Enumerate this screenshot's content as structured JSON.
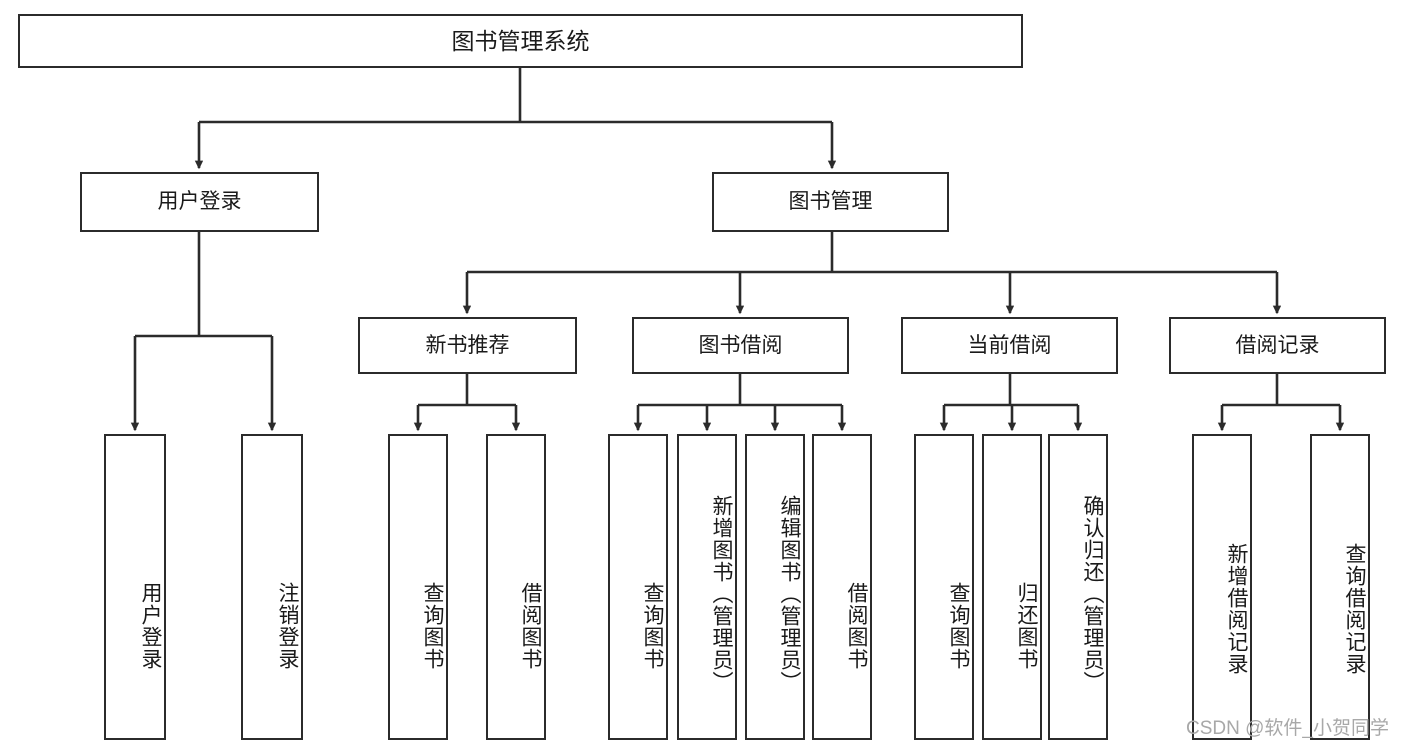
{
  "diagram": {
    "title": "图书管理系统",
    "type": "tree-hierarchy",
    "watermark": "CSDN @软件_小贺同学",
    "colors": {
      "background": "#ffffff",
      "box_border": "#2b2b2b",
      "box_fill": "#ffffff",
      "edge": "#2b2b2b",
      "text": "#1a1a1a",
      "watermark": "#a8a8a8"
    },
    "nodes": {
      "root": {
        "label": "图书管理系统"
      },
      "level2": [
        {
          "id": "user-login",
          "label": "用户登录"
        },
        {
          "id": "book-manage",
          "label": "图书管理"
        }
      ],
      "level3": [
        {
          "id": "new-book-recommend",
          "label": "新书推荐"
        },
        {
          "id": "book-borrow",
          "label": "图书借阅"
        },
        {
          "id": "current-borrow",
          "label": "当前借阅"
        },
        {
          "id": "borrow-record",
          "label": "借阅记录"
        }
      ],
      "leaves": {
        "user-login": [
          {
            "id": "leaf-user-login",
            "label": "用户登录"
          },
          {
            "id": "leaf-logout-login",
            "label": "注销登录"
          }
        ],
        "new-book-recommend": [
          {
            "id": "leaf-query-book-1",
            "label": "查询图书"
          },
          {
            "id": "leaf-borrow-book-1",
            "label": "借阅图书"
          }
        ],
        "book-borrow": [
          {
            "id": "leaf-query-book-2",
            "label": "查询图书"
          },
          {
            "id": "leaf-add-book",
            "label": "新增图书（管理员）"
          },
          {
            "id": "leaf-edit-book",
            "label": "编辑图书（管理员）"
          },
          {
            "id": "leaf-borrow-book-2",
            "label": "借阅图书"
          }
        ],
        "current-borrow": [
          {
            "id": "leaf-query-book-3",
            "label": "查询图书"
          },
          {
            "id": "leaf-return-book",
            "label": "归还图书"
          },
          {
            "id": "leaf-confirm-return",
            "label": "确认归还（管理员）"
          }
        ],
        "borrow-record": [
          {
            "id": "leaf-add-record",
            "label": "新增借阅记录"
          },
          {
            "id": "leaf-query-record",
            "label": "查询借阅记录"
          }
        ]
      }
    },
    "edges": [
      {
        "from": "图书管理系统",
        "to": "用户登录"
      },
      {
        "from": "图书管理系统",
        "to": "图书管理"
      },
      {
        "from": "用户登录",
        "to": "用户登录"
      },
      {
        "from": "用户登录",
        "to": "注销登录"
      },
      {
        "from": "图书管理",
        "to": "新书推荐"
      },
      {
        "from": "图书管理",
        "to": "图书借阅"
      },
      {
        "from": "图书管理",
        "to": "当前借阅"
      },
      {
        "from": "图书管理",
        "to": "借阅记录"
      },
      {
        "from": "新书推荐",
        "to": "查询图书"
      },
      {
        "from": "新书推荐",
        "to": "借阅图书"
      },
      {
        "from": "图书借阅",
        "to": "查询图书"
      },
      {
        "from": "图书借阅",
        "to": "新增图书（管理员）"
      },
      {
        "from": "图书借阅",
        "to": "编辑图书（管理员）"
      },
      {
        "from": "图书借阅",
        "to": "借阅图书"
      },
      {
        "from": "当前借阅",
        "to": "查询图书"
      },
      {
        "from": "当前借阅",
        "to": "归还图书"
      },
      {
        "from": "当前借阅",
        "to": "确认归还（管理员）"
      },
      {
        "from": "借阅记录",
        "to": "新增借阅记录"
      },
      {
        "from": "借阅记录",
        "to": "查询借阅记录"
      }
    ]
  }
}
